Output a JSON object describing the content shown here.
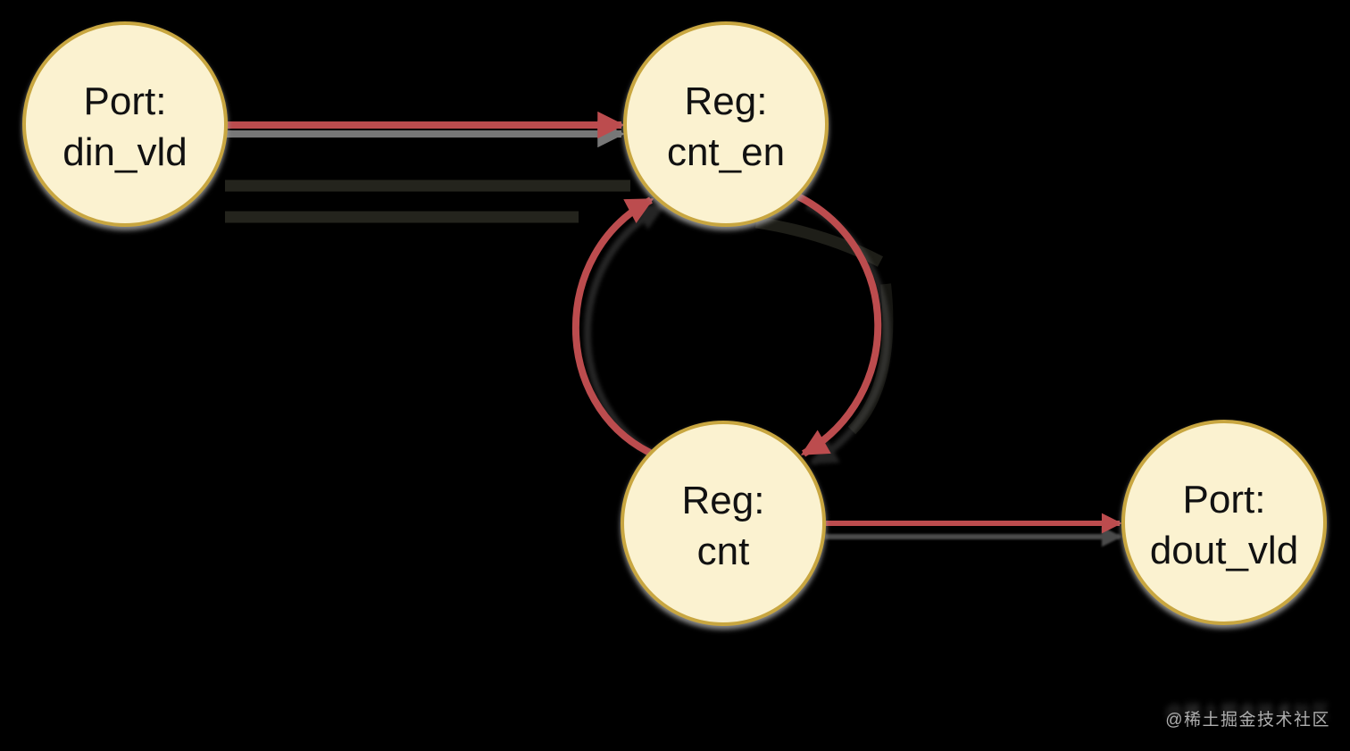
{
  "colors": {
    "background": "#000000",
    "node_fill": "#FBF2D0",
    "node_border": "#C8A640",
    "node_text": "#111111",
    "edge_red": "#BC4C4E",
    "shadow_gray": "#7D7D7D",
    "shadow_band_dark": "#24241D",
    "watermark_text": "#ADADAD"
  },
  "nodes": [
    {
      "id": "port_din_vld",
      "line1": "Port:",
      "line2": "din_vld"
    },
    {
      "id": "reg_cnt_en",
      "line1": "Reg:",
      "line2": "cnt_en"
    },
    {
      "id": "reg_cnt",
      "line1": "Reg:",
      "line2": "cnt"
    },
    {
      "id": "port_dout_vld",
      "line1": "Port:",
      "line2": "dout_vld"
    }
  ],
  "edges": [
    {
      "from": "port_din_vld",
      "to": "reg_cnt_en"
    },
    {
      "from": "reg_cnt_en",
      "to": "reg_cnt"
    },
    {
      "from": "reg_cnt",
      "to": "reg_cnt_en"
    },
    {
      "from": "reg_cnt",
      "to": "port_dout_vld"
    }
  ],
  "watermark": {
    "text": "@稀土掘金技术社区"
  }
}
